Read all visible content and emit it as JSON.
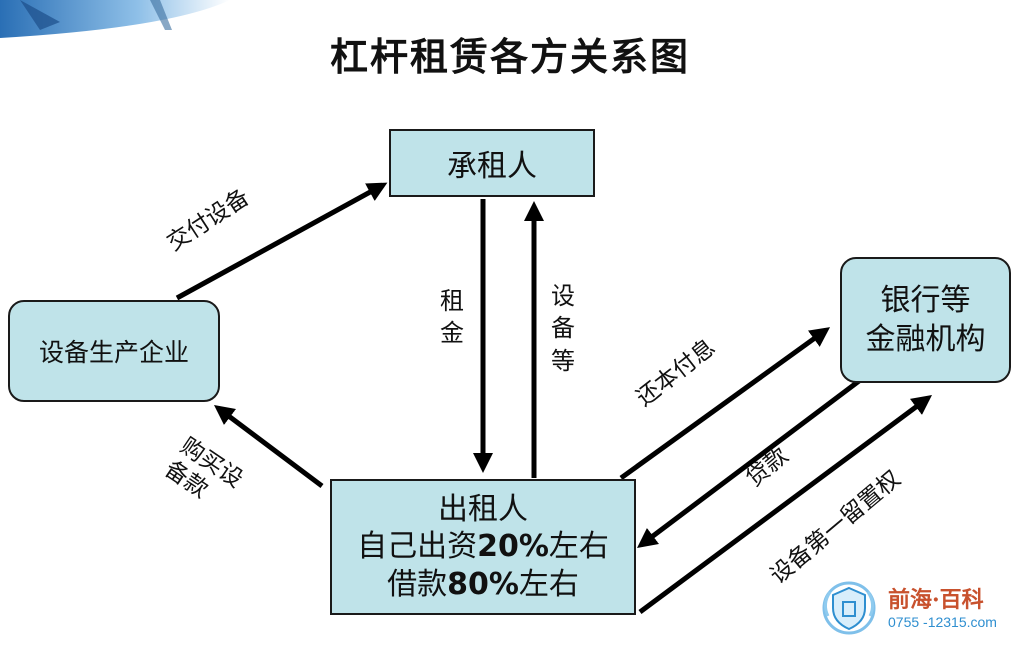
{
  "title": "杠杆租赁各方关系图",
  "nodes": {
    "lessee": "承租人",
    "manufacturer": "设备生产企业",
    "bank_line1": "银行等",
    "bank_line2": "金融机构",
    "lessor_line1": "出租人",
    "lessor_line2_a": "自己出资",
    "lessor_line2_b": "20%",
    "lessor_line2_c": "左右",
    "lessor_line3_a": "借款",
    "lessor_line3_b": "80%",
    "lessor_line3_c": "左右"
  },
  "edges": {
    "deliver_equipment": "交付设备",
    "rent": "租金",
    "equipment_etc": "设备等",
    "repay": "还本付息",
    "purchase_payment": "购买设备款",
    "loan": "贷款",
    "first_lien": "设备第一留置权"
  },
  "watermark": {
    "name": "前海·百科",
    "phone": "0755 -12315.com"
  },
  "colors": {
    "box_fill": "#bfe3e9",
    "arrow": "#000000",
    "watermark_name": "#c8512d",
    "watermark_phone": "#2f8fd0"
  }
}
